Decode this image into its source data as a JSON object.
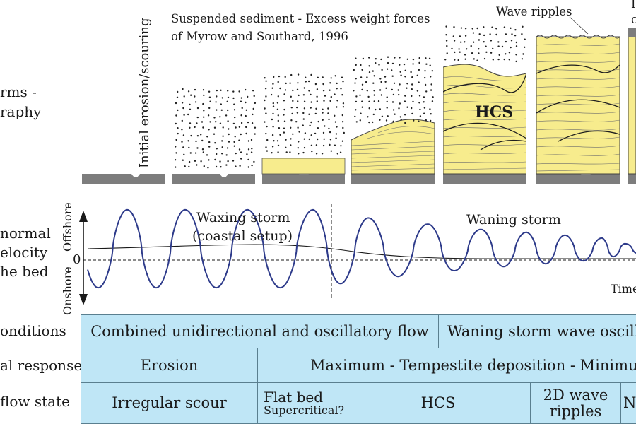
{
  "bedform_panel": {
    "row_label_lines": [
      "rms -",
      "raphy"
    ],
    "initial_label": "Initial erosion/scouring",
    "suspended_title_line1": "Suspended sediment - Excess weight forces",
    "suspended_title_line2": "of Myrow and Southard, 1996",
    "wave_ripples_label": "Wave ripples",
    "hcs_label": "HCS",
    "edge_fragments": [
      "I",
      "c"
    ]
  },
  "velocity_panel": {
    "row_label_lines": [
      "normal",
      "elocity",
      "he bed"
    ],
    "axis_top_label": "Offshore",
    "axis_bottom_label": "Onshore",
    "zero_label": "0",
    "waxing_line1": "Waxing storm",
    "waxing_line2": "(coastal setup)",
    "waning_label": "Waning storm",
    "time_label": "Time"
  },
  "table": {
    "rows": [
      {
        "label": "onditions",
        "cells": [
          "Combined unidirectional and oscillatory flow",
          "Waning storm wave oscilla"
        ]
      },
      {
        "label": "al response",
        "cells": [
          "Erosion",
          "Maximum - Tempestite deposition - Minimum"
        ]
      },
      {
        "label": "flow state",
        "cells": [
          "Irregular scour",
          "Flat bed",
          "Supercritical?",
          "HCS",
          "2D wave",
          "ripples",
          "N"
        ]
      }
    ]
  },
  "colors": {
    "sand": "#f7ec8d",
    "base": "#7d7d7d",
    "wave": "#2d3a8a",
    "cell": "#bfe6f6"
  }
}
